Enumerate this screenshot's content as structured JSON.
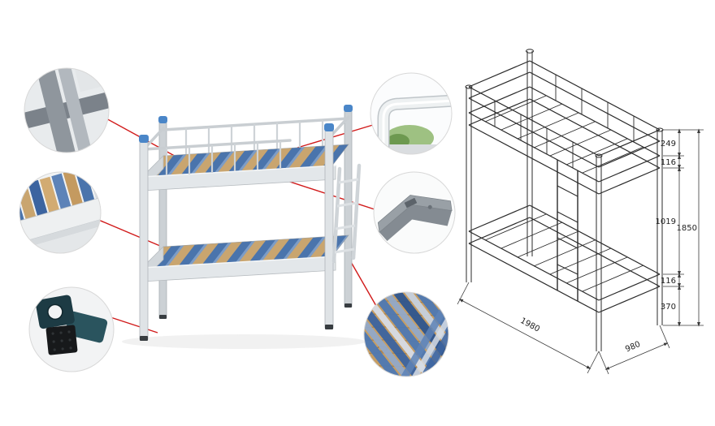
{
  "figure": {
    "kind": "bunk-bed-product-infographic"
  },
  "drawing": {
    "chain": [
      "249",
      "116",
      "1019",
      "116",
      "370"
    ],
    "overall_height": "1850",
    "length": "1980",
    "depth": "980"
  },
  "callouts": [
    {
      "name": "frame-tube-joint-detail"
    },
    {
      "name": "bunk-corner-slats-detail"
    },
    {
      "name": "plastic-foot-pads-detail"
    },
    {
      "name": "guardrail-tube-detail"
    },
    {
      "name": "beam-bracket-detail"
    },
    {
      "name": "wood-slat-straps-detail"
    }
  ],
  "colors": {
    "connector_red": "#d11a1a",
    "frame_grey": "#dfe3e6",
    "post_cap_blue": "#4a86c8",
    "strap_blue": "#4a74ac",
    "slat_wood": "#c9a56f",
    "drawing_line": "#2a2a2a"
  }
}
